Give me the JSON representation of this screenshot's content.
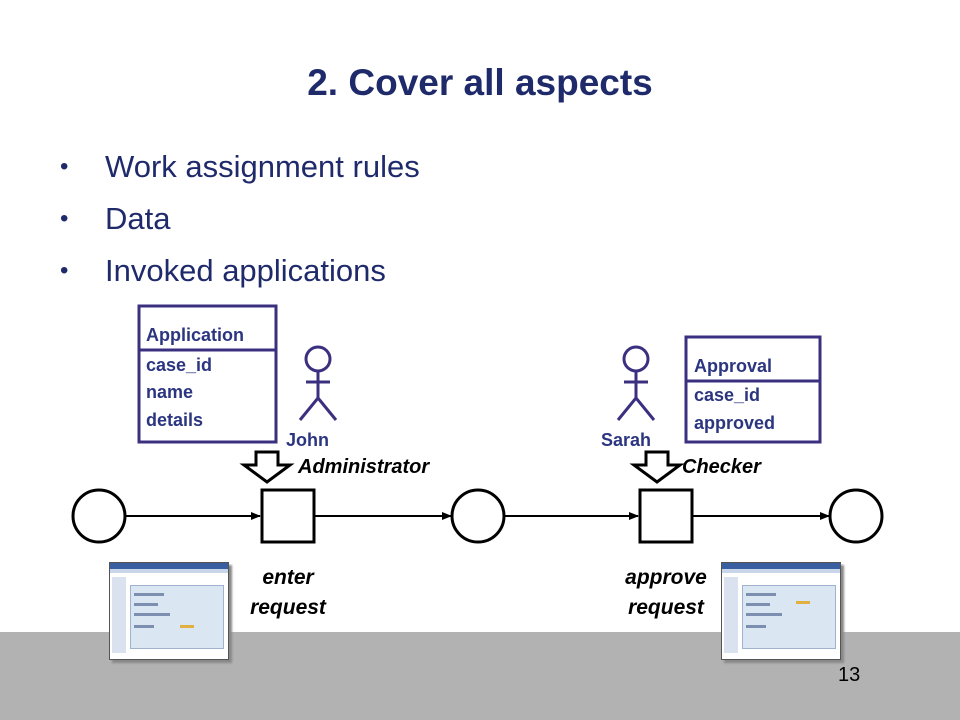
{
  "slide": {
    "title": "2. Cover all aspects",
    "bullets": [
      "Work assignment rules",
      "Data",
      "Invoked applications"
    ],
    "page_number": "13"
  },
  "diagram": {
    "data_objects": [
      {
        "title": "Application",
        "fields": [
          "case_id",
          "name",
          "details"
        ]
      },
      {
        "title": "Approval",
        "fields": [
          "case_id",
          "approved"
        ]
      }
    ],
    "actors": [
      {
        "name": "John",
        "role": "Administrator"
      },
      {
        "name": "Sarah",
        "role": "Checker"
      }
    ],
    "tasks": [
      {
        "line1": "enter",
        "line2": "request"
      },
      {
        "line1": "approve",
        "line2": "request"
      }
    ],
    "colors": {
      "title": "#1f2a6b",
      "diagram_border": "#3b3080",
      "footer": "#b2b2b2"
    }
  }
}
